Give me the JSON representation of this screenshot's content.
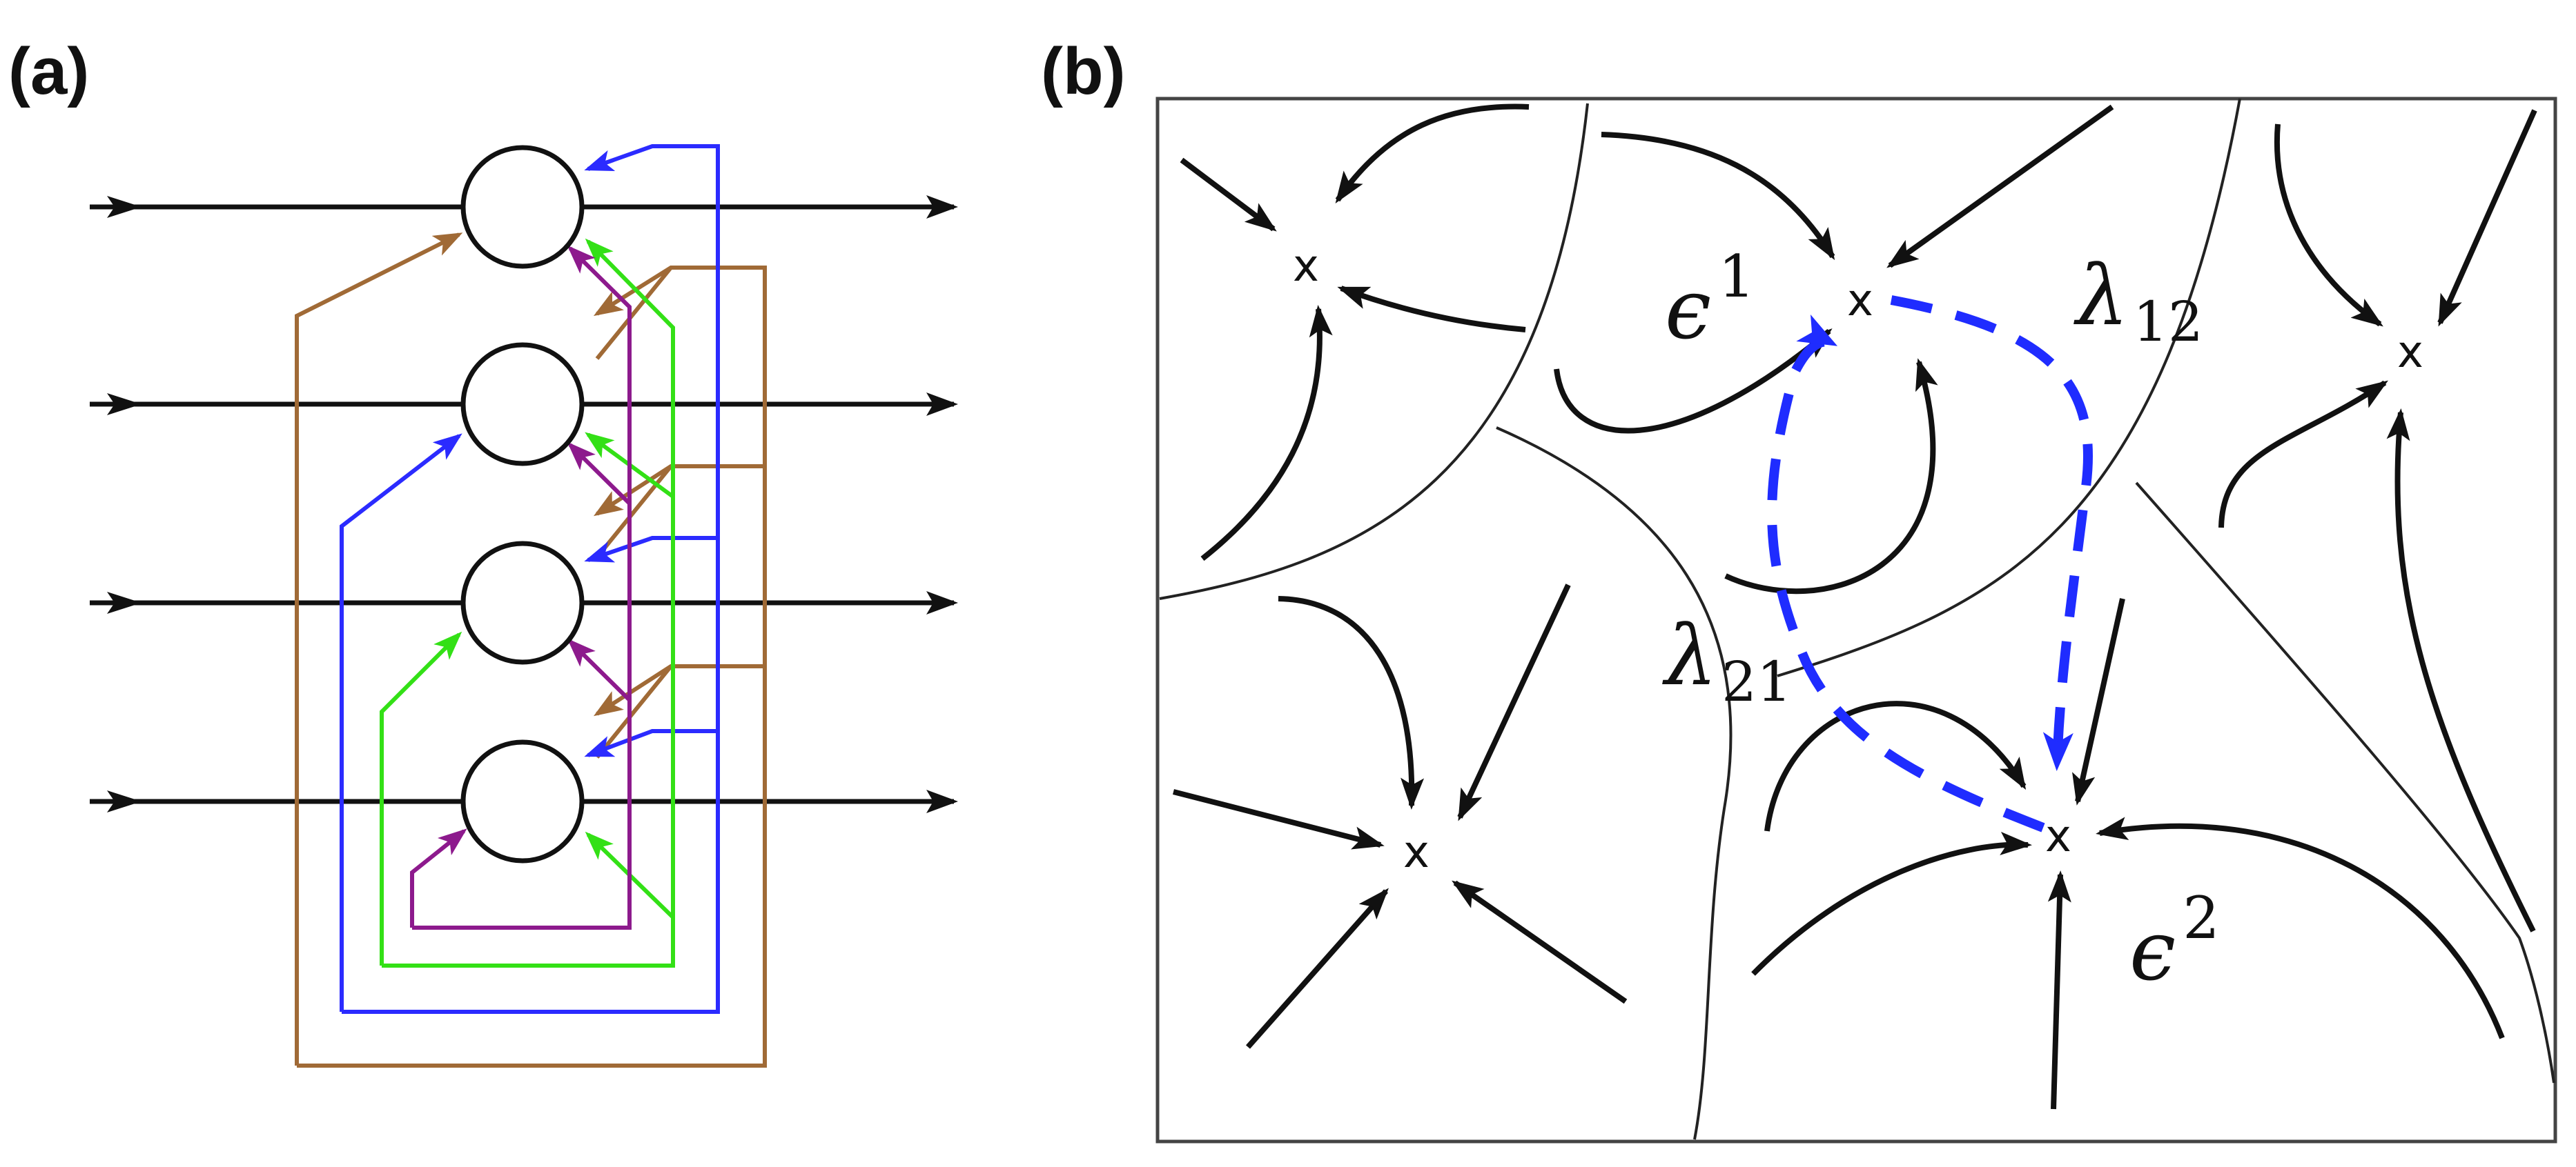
{
  "panel_a": {
    "label": "(a)",
    "colors": {
      "main": "#111111",
      "blue": "#2b2bff",
      "green": "#33e016",
      "purple": "#8d1a8d",
      "brown": "#a06a36"
    }
  },
  "panel_b": {
    "label": "(b)",
    "attractor_marker": "x",
    "labels": {
      "epsilon1_base": "ϵ",
      "epsilon1_sup": "1",
      "epsilon2_base": "ϵ",
      "epsilon2_sup": "2",
      "lambda12_base": "λ",
      "lambda12_sub": "12",
      "lambda21_base": "λ",
      "lambda21_sub": "21"
    },
    "colors": {
      "flow": "#111111",
      "boundary": "#222222",
      "transition": "#1f2cff"
    }
  }
}
